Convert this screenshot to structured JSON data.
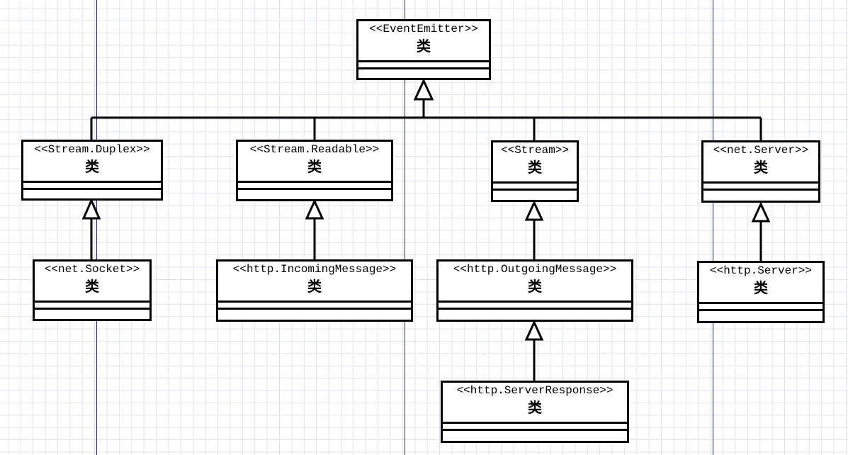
{
  "colors": {
    "line": "#000000",
    "grid": "#dfe3ee",
    "page_break": "#2a2a8a",
    "background": "#ffffff"
  },
  "classes": {
    "event_emitter": {
      "stereotype": "<<EventEmitter>>",
      "name": "类"
    },
    "stream_duplex": {
      "stereotype": "<<Stream.Duplex>>",
      "name": "类"
    },
    "stream_readable": {
      "stereotype": "<<Stream.Readable>>",
      "name": "类"
    },
    "stream": {
      "stereotype": "<<Stream>>",
      "name": "类"
    },
    "net_server": {
      "stereotype": "<<net.Server>>",
      "name": "类"
    },
    "net_socket": {
      "stereotype": "<<net.Socket>>",
      "name": "类"
    },
    "incoming_message": {
      "stereotype": "<<http.IncomingMessage>>",
      "name": "类"
    },
    "outgoing_message": {
      "stereotype": "<<http.OutgoingMessage>>",
      "name": "类"
    },
    "http_server": {
      "stereotype": "<<http.Server>>",
      "name": "类"
    },
    "server_response": {
      "stereotype": "<<http.ServerResponse>>",
      "name": "类"
    }
  },
  "inheritance": [
    {
      "child": "stream_duplex",
      "parent": "event_emitter"
    },
    {
      "child": "stream_readable",
      "parent": "event_emitter"
    },
    {
      "child": "stream",
      "parent": "event_emitter"
    },
    {
      "child": "net_server",
      "parent": "event_emitter"
    },
    {
      "child": "net_socket",
      "parent": "stream_duplex"
    },
    {
      "child": "incoming_message",
      "parent": "stream_readable"
    },
    {
      "child": "outgoing_message",
      "parent": "stream"
    },
    {
      "child": "http_server",
      "parent": "net_server"
    },
    {
      "child": "server_response",
      "parent": "outgoing_message"
    }
  ]
}
